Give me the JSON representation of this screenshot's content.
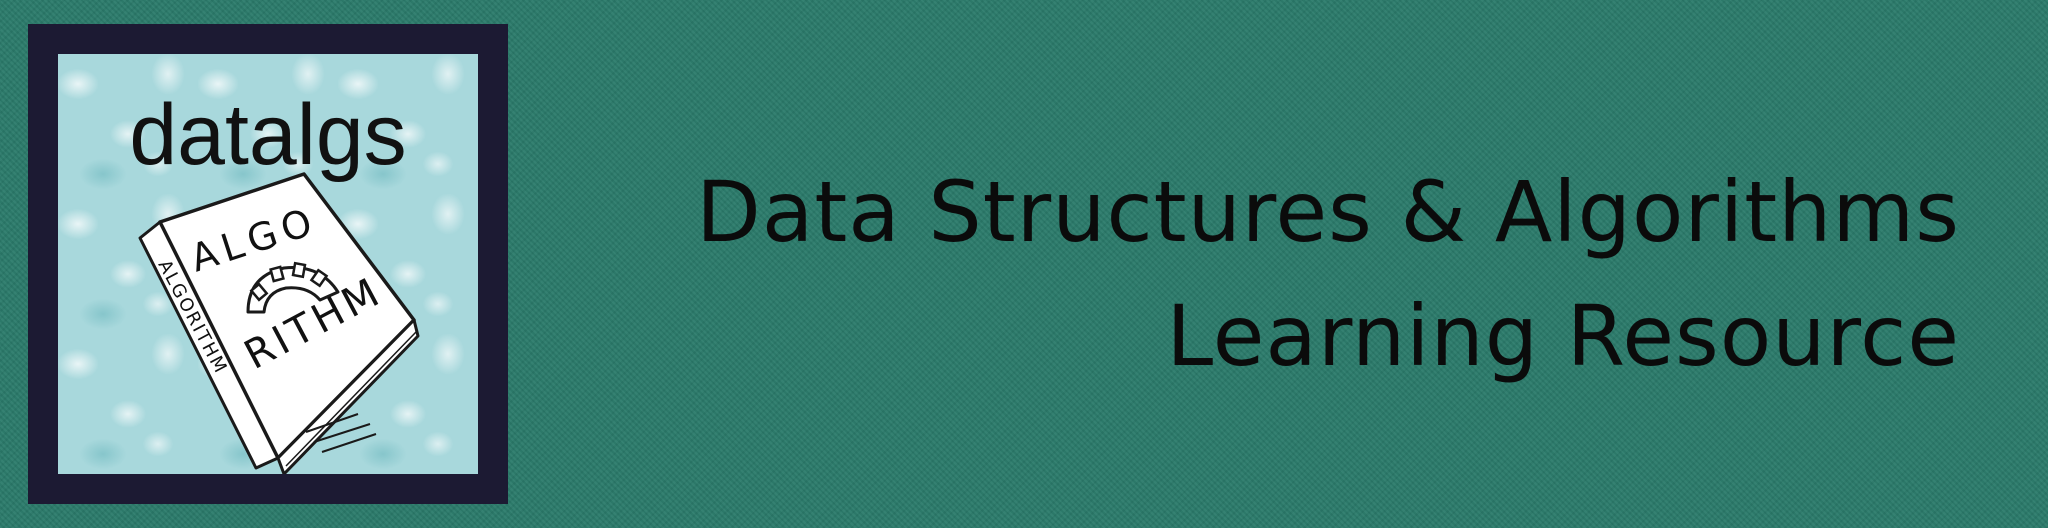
{
  "logo": {
    "wordmark": "datalgs",
    "book_cover_top": "ALGO",
    "book_cover_bottom": "RITHM",
    "book_spine": "ALGORITHM",
    "frame_color": "#1c1a33",
    "background_color": "#a8d8dc"
  },
  "header": {
    "title_line1": "Data Structures & Algorithms",
    "title_line2": "Learning Resource"
  },
  "colors": {
    "banner_background": "#2a7a6a",
    "text": "#0b0b0b"
  },
  "icons": {
    "book": "algorithm-book-icon",
    "gear": "gear-icon"
  }
}
